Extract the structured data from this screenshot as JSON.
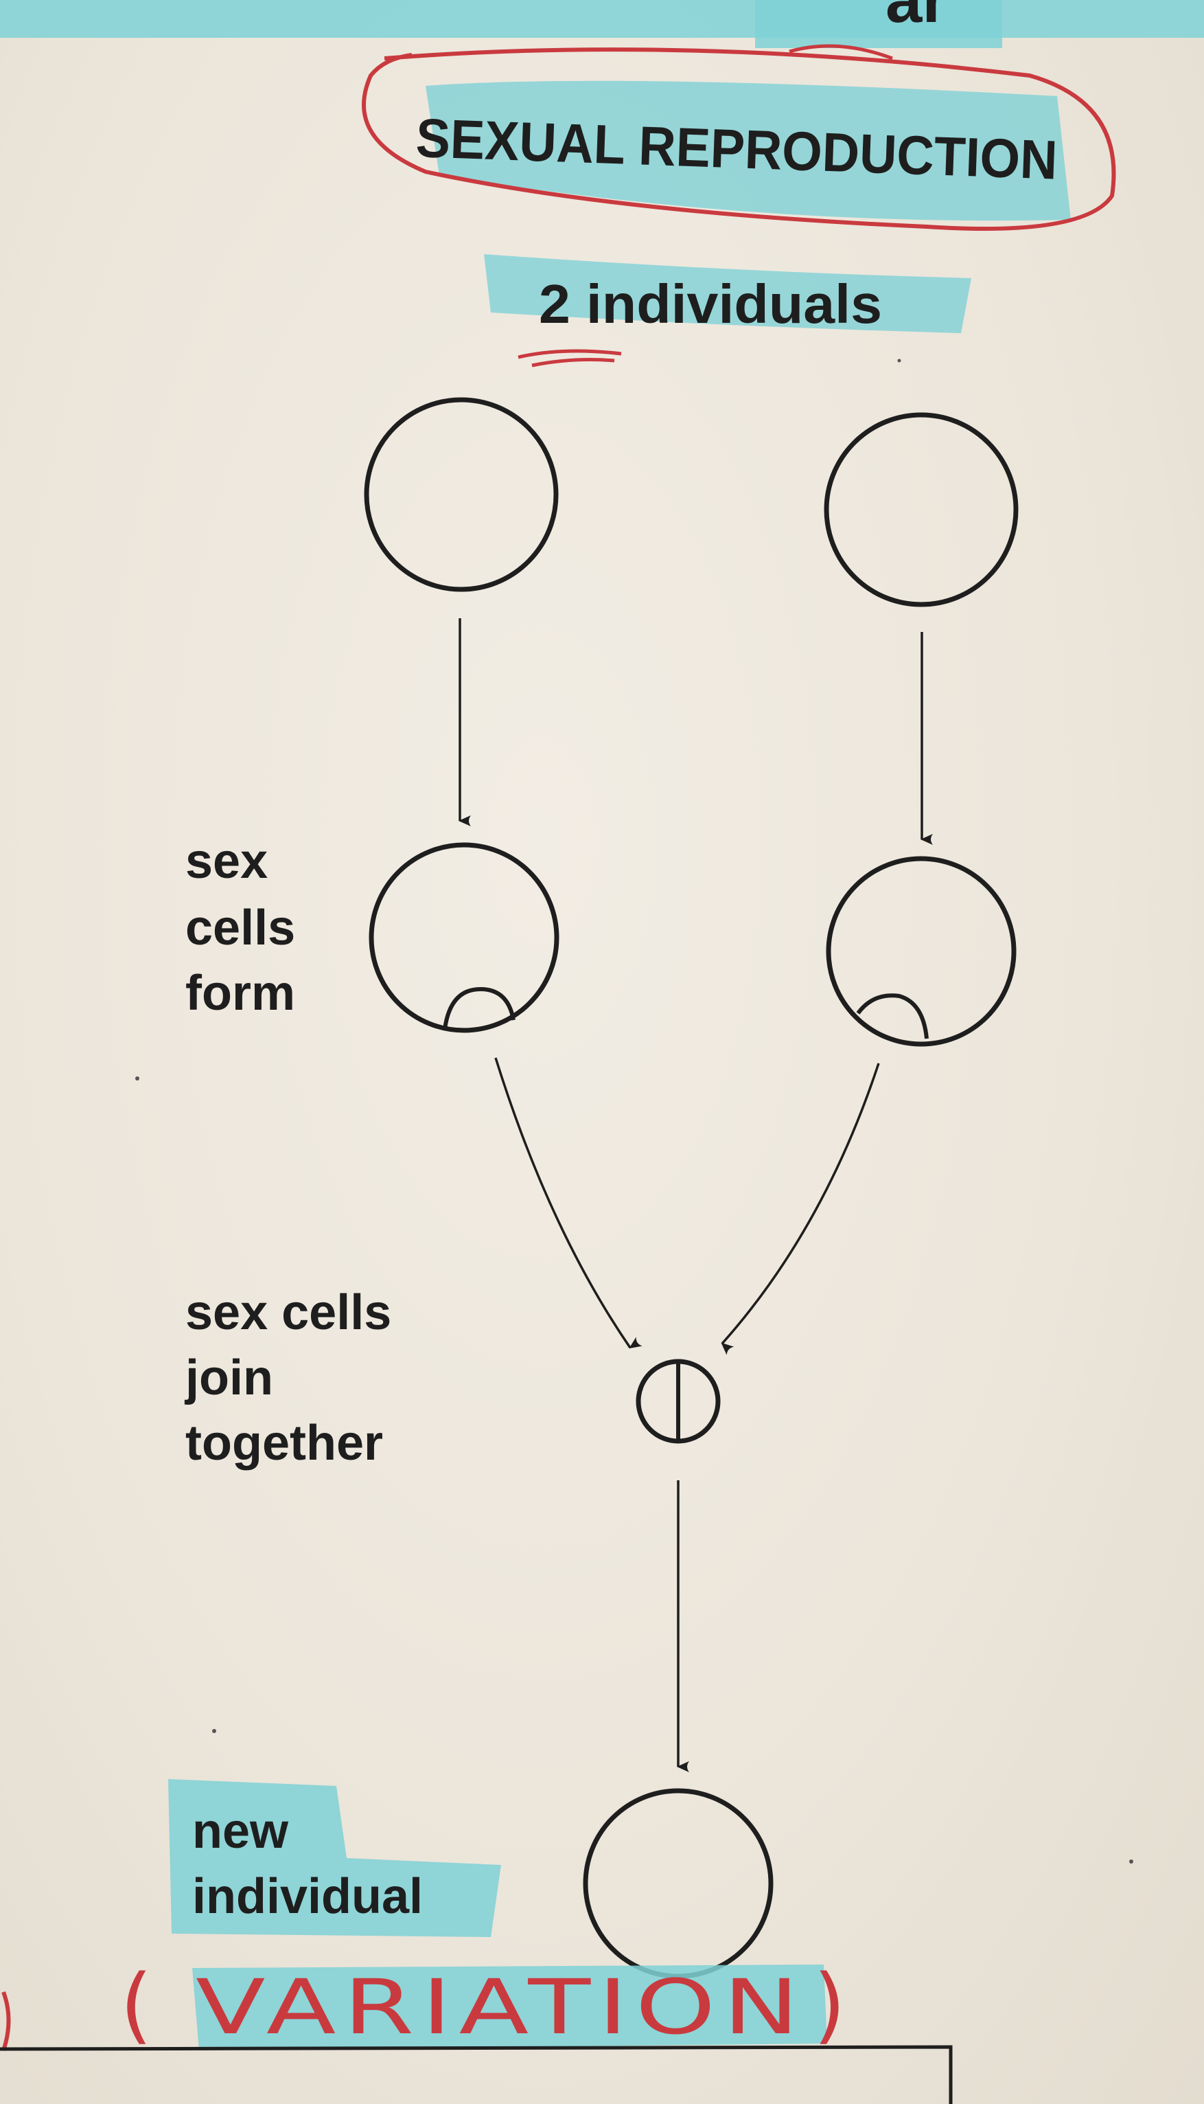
{
  "diagram": {
    "header_fragment": "ar",
    "title": "SEXUAL REPRODUCTION",
    "subtitle": "2 individuals",
    "labels": {
      "sex_cells_form": [
        "sex",
        "cells",
        "form"
      ],
      "sex_cells_join": [
        "sex cells",
        "join",
        "together"
      ],
      "new_individual": [
        "new",
        "individual"
      ]
    },
    "annotation": {
      "open_paren": "(",
      "word": "VARIATION",
      "close_paren": ")"
    }
  },
  "colors": {
    "highlighter": "#7fd1d6",
    "pen_red": "#c93a3f",
    "ink": "#1e1e1e",
    "paper": "#efe9df"
  }
}
